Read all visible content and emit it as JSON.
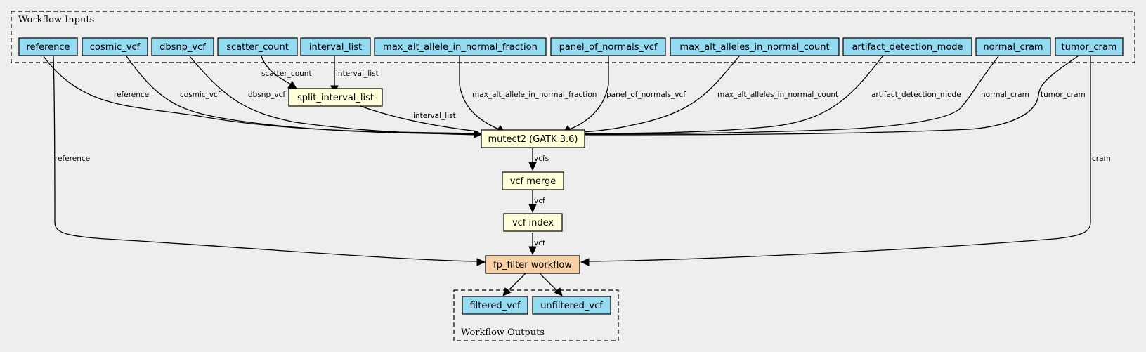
{
  "colors": {
    "background": "#eeeeee",
    "input": "#94dbf2",
    "step": "#ffffd9",
    "subworkflow": "#f8d1a6",
    "output": "#94dbf2"
  },
  "clusters": {
    "inputs_label": "Workflow Inputs",
    "outputs_label": "Workflow Outputs"
  },
  "inputs": {
    "reference": "reference",
    "cosmic_vcf": "cosmic_vcf",
    "dbsnp_vcf": "dbsnp_vcf",
    "scatter_count": "scatter_count",
    "interval_list": "interval_list",
    "max_alt_allele_in_normal_fraction": "max_alt_allele_in_normal_fraction",
    "panel_of_normals_vcf": "panel_of_normals_vcf",
    "max_alt_alleles_in_normal_count": "max_alt_alleles_in_normal_count",
    "artifact_detection_mode": "artifact_detection_mode",
    "normal_cram": "normal_cram",
    "tumor_cram": "tumor_cram"
  },
  "steps": {
    "split_interval_list": "split_interval_list",
    "mutect2": "mutect2 (GATK 3.6)",
    "vcf_merge": "vcf merge",
    "vcf_index": "vcf index",
    "fp_filter": "fp_filter workflow"
  },
  "outputs": {
    "filtered_vcf": "filtered_vcf",
    "unfiltered_vcf": "unfiltered_vcf"
  },
  "edge_labels": {
    "scatter_count": "scatter_count",
    "interval_list_in": "interval_list",
    "reference": "reference",
    "cosmic_vcf": "cosmic_vcf",
    "dbsnp_vcf": "dbsnp_vcf",
    "interval_list_split": "interval_list",
    "max_alt_allele_in_normal_fraction": "max_alt_allele_in_normal_fraction",
    "panel_of_normals_vcf": "panel_of_normals_vcf",
    "max_alt_alleles_in_normal_count": "max_alt_alleles_in_normal_count",
    "artifact_detection_mode": "artifact_detection_mode",
    "normal_cram": "normal_cram",
    "tumor_cram": "tumor_cram",
    "vcfs": "vcfs",
    "vcf_merge": "vcf",
    "vcf_index": "vcf",
    "reference_fp": "reference",
    "cram_fp": "cram"
  }
}
